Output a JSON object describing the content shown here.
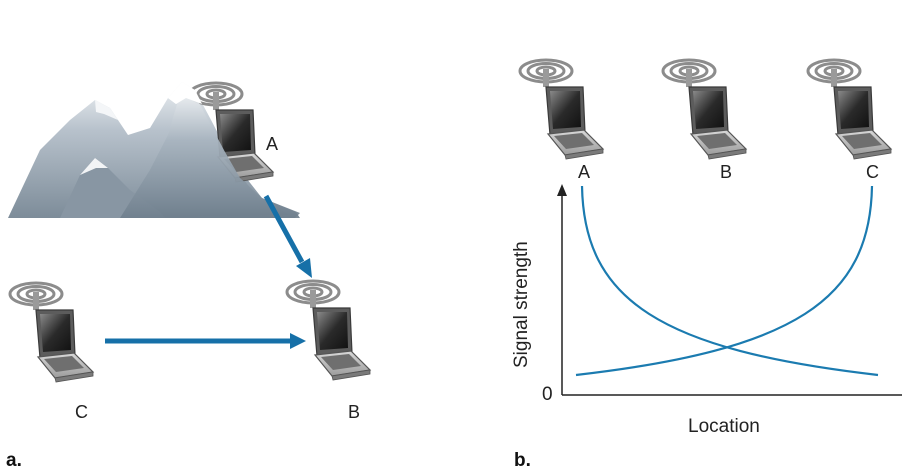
{
  "panel_a": {
    "label": "a.",
    "laptops": {
      "a": "A",
      "b": "B",
      "c": "C"
    }
  },
  "panel_b": {
    "label": "b.",
    "laptops": {
      "a": "A",
      "b": "B",
      "c": "C"
    },
    "ylabel": "Signal strength",
    "xlabel": "Location",
    "y_origin": "0"
  },
  "colors": {
    "arrow": "#1670a8",
    "curve": "#1b7bb0",
    "mountain": "#9aa7b3"
  },
  "icons": [
    "laptop-icon",
    "wireless-signal-icon",
    "mountain-icon"
  ]
}
